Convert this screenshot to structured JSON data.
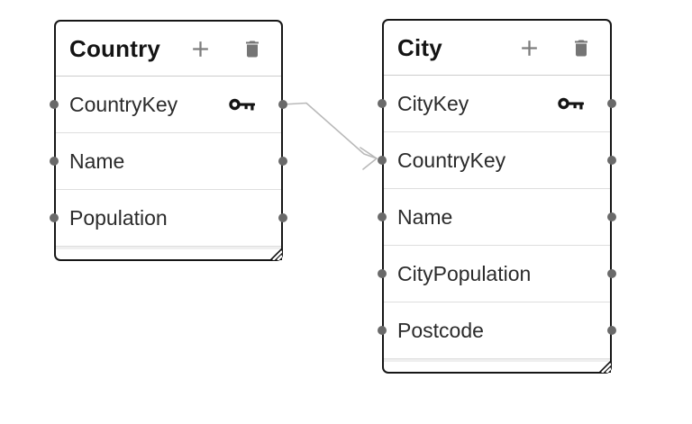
{
  "tables": {
    "country": {
      "title": "Country",
      "attributes": [
        {
          "name": "CountryKey",
          "key": true
        },
        {
          "name": "Name",
          "key": false
        },
        {
          "name": "Population",
          "key": false
        }
      ]
    },
    "city": {
      "title": "City",
      "attributes": [
        {
          "name": "CityKey",
          "key": true
        },
        {
          "name": "CountryKey",
          "key": false
        },
        {
          "name": "Name",
          "key": false
        },
        {
          "name": "CityPopulation",
          "key": false
        },
        {
          "name": "Postcode",
          "key": false
        }
      ]
    }
  },
  "relationship": {
    "from_table": "Country",
    "from_attribute": "CountryKey",
    "to_table": "City",
    "to_attribute": "CountryKey"
  },
  "colors": {
    "table_border": "#161616",
    "row_divider": "#dedede",
    "header_divider": "#cccccc",
    "handle_dot": "#6a6a6a",
    "icon_gray": "#757575",
    "relation_line": "#b9b9b9",
    "key_icon": "#141414",
    "background": "#ffffff"
  }
}
